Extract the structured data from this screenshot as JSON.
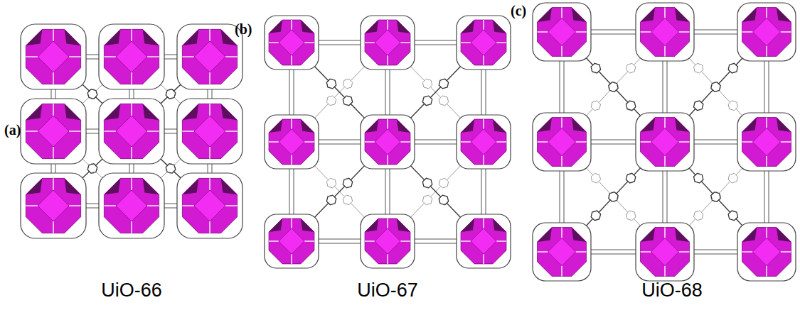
{
  "diagram": {
    "labels": [
      "(a)",
      "UiO-66",
      "(b)",
      "UiO-67",
      "(c)",
      "UiO-68"
    ]
  }
}
